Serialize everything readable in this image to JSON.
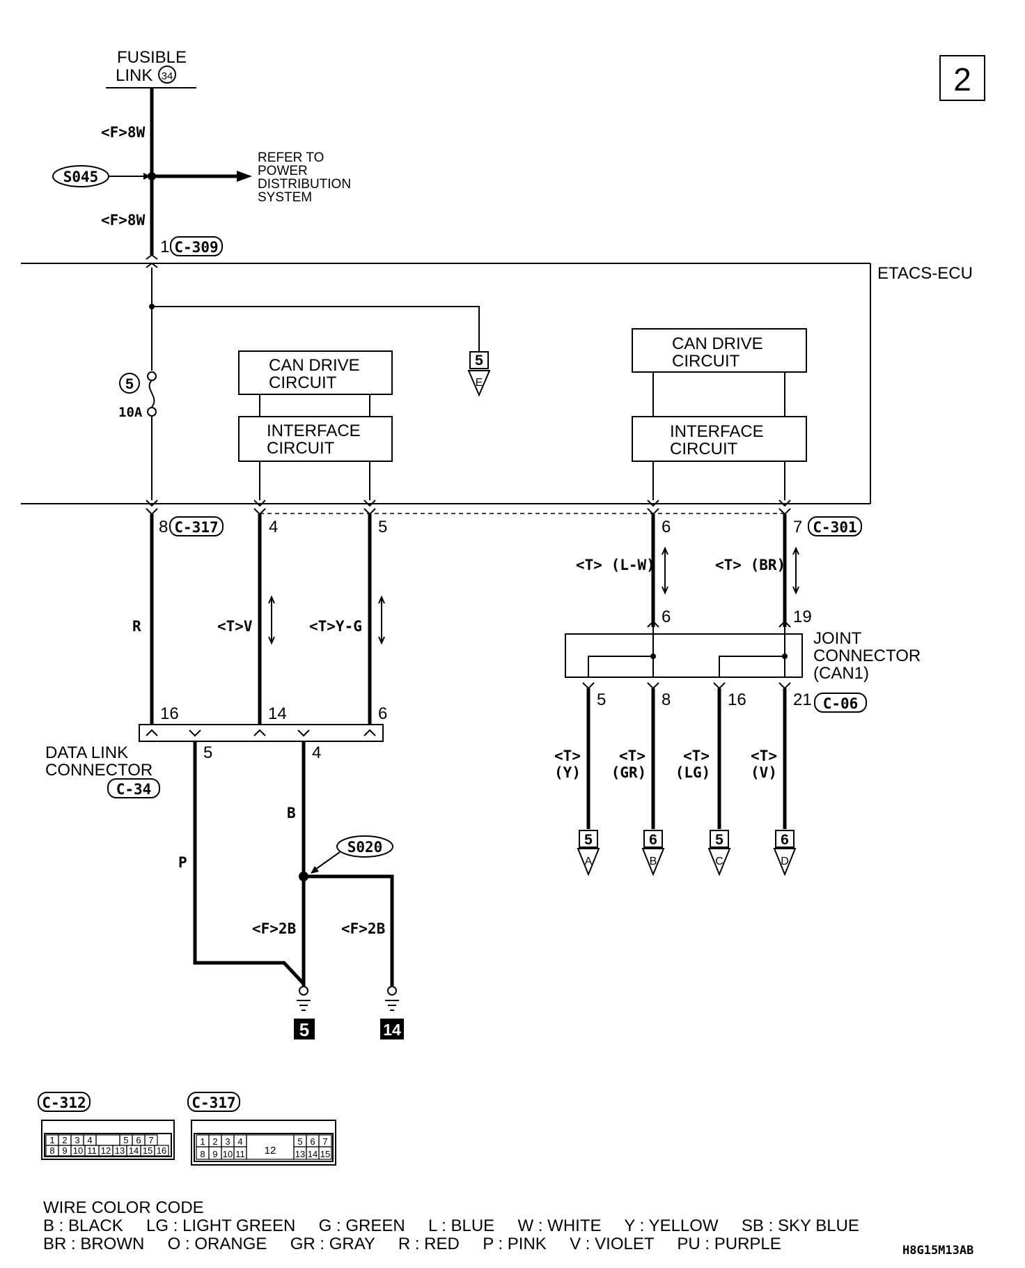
{
  "page_number": "2",
  "fusible_link": {
    "line1": "FUSIBLE",
    "line2": "LINK",
    "number": "34"
  },
  "wire_8W_upper": "<F>8W",
  "wire_8W_lower": "<F>8W",
  "splice_s045": "S045",
  "refer_to": [
    "REFER TO",
    "POWER",
    "DISTRIBUTION",
    "SYSTEM"
  ],
  "conn_c309": {
    "pin": "1",
    "id": "C-309"
  },
  "etacs_label": "ETACS-ECU",
  "fuse": {
    "number": "5",
    "rating": "10A"
  },
  "offpage_E": {
    "page": "5",
    "letter": "E"
  },
  "can_drive_left": [
    "CAN DRIVE",
    "CIRCUIT"
  ],
  "interface_left": [
    "INTERFACE",
    "CIRCUIT"
  ],
  "can_drive_right": [
    "CAN DRIVE",
    "CIRCUIT"
  ],
  "interface_right": [
    "INTERFACE",
    "CIRCUIT"
  ],
  "conn_c317": {
    "pin": "8",
    "id": "C-317"
  },
  "pin_4": "4",
  "pin_5": "5",
  "pin_6_top": "6",
  "conn_c301": {
    "pin": "7",
    "id": "C-301"
  },
  "wire_R": "R",
  "wire_TV": "<T>V",
  "wire_TYG": "<T>Y-G",
  "wire_TLW": "<T> (L-W)",
  "wire_TBR": "<T> (BR)",
  "joint_top_pins": [
    "6",
    "19"
  ],
  "joint_label": [
    "JOINT",
    "CONNECTOR",
    "(CAN1)"
  ],
  "joint_bottom_pins": [
    "5",
    "8",
    "16",
    "21"
  ],
  "conn_c06": "C-06",
  "dlc_pins_top": [
    "16",
    "14",
    "6"
  ],
  "dlc_pins_bottom": [
    "5",
    "4"
  ],
  "dlc_label": [
    "DATA LINK",
    "CONNECTOR"
  ],
  "conn_c34": "C-34",
  "wire_B": "B",
  "wire_P": "P",
  "splice_s020": "S020",
  "wire_2B_left": "<F>2B",
  "wire_2B_right": "<F>2B",
  "ground_5": "5",
  "ground_14": "14",
  "can_branch_wires": [
    {
      "t": "<T>",
      "c": "(Y)"
    },
    {
      "t": "<T>",
      "c": "(GR)"
    },
    {
      "t": "<T>",
      "c": "(LG)"
    },
    {
      "t": "<T>",
      "c": "(V)"
    }
  ],
  "offpage_ABCD": [
    {
      "page": "5",
      "letter": "A"
    },
    {
      "page": "6",
      "letter": "B"
    },
    {
      "page": "5",
      "letter": "C"
    },
    {
      "page": "6",
      "letter": "D"
    }
  ],
  "connector_views": [
    {
      "id": "C-312",
      "row1": [
        "1",
        "2",
        "3",
        "4",
        "",
        "5",
        "6",
        "7"
      ],
      "row2": [
        "8",
        "9",
        "10",
        "11",
        "12",
        "13",
        "14",
        "15",
        "16"
      ]
    },
    {
      "id": "C-317",
      "row1": [
        "1",
        "2",
        "3",
        "4",
        "5",
        "6",
        "7"
      ],
      "row2": [
        "8",
        "9",
        "10",
        "11",
        "13",
        "14",
        "15"
      ],
      "center": "12"
    }
  ],
  "wire_color_code": {
    "title": "WIRE COLOR CODE",
    "line1": "B : BLACK     LG : LIGHT GREEN     G : GREEN     L : BLUE     W : WHITE     Y : YELLOW     SB : SKY BLUE",
    "line2": "BR : BROWN     O : ORANGE     GR : GRAY     R : RED     P : PINK     V : VIOLET     PU : PURPLE"
  },
  "drawing_code": "H8G15M13AB"
}
